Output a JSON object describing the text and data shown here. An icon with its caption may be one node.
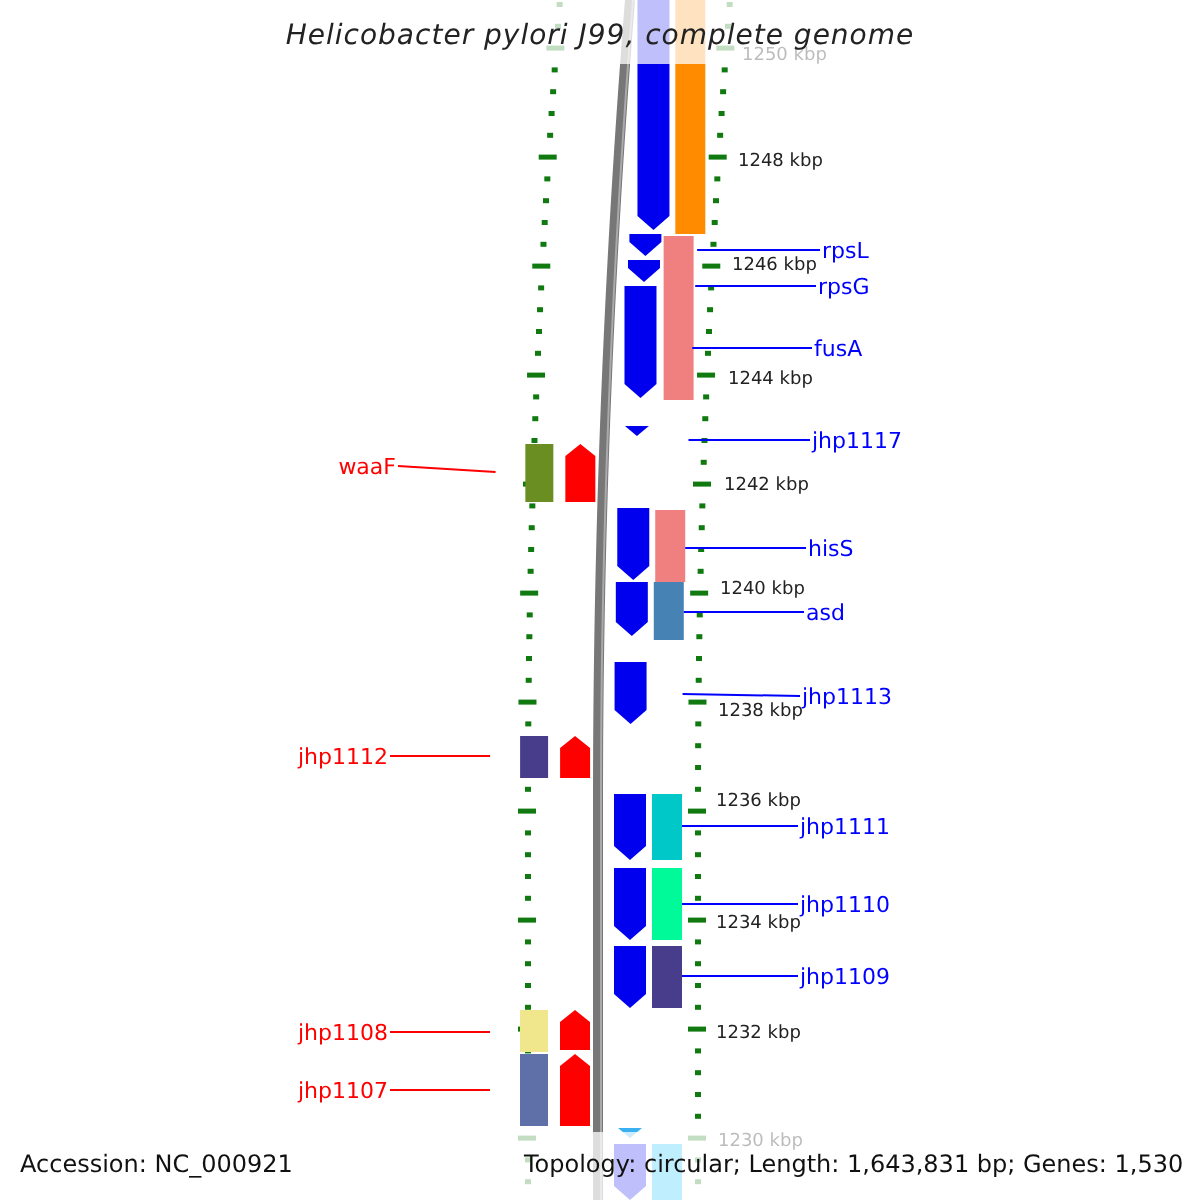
{
  "diagram": {
    "title": "Helicobacter pylori J99, complete genome",
    "nodes": [
      {
        "text": [
          "rpsL"
        ]
      },
      {
        "text": [
          "rpsG"
        ]
      },
      {
        "text": [
          "fusA"
        ]
      },
      {
        "text": [
          "jhp1117"
        ]
      },
      {
        "text": [
          "waaF"
        ]
      },
      {
        "text": [
          "hisS"
        ]
      },
      {
        "text": [
          "asd"
        ]
      },
      {
        "text": [
          "jhp1113"
        ]
      },
      {
        "text": [
          "jhp1112"
        ]
      },
      {
        "text": [
          "jhp1111"
        ]
      },
      {
        "text": [
          "jhp1110"
        ]
      },
      {
        "text": [
          "jhp1109"
        ]
      },
      {
        "text": [
          "jhp1108"
        ]
      },
      {
        "text": [
          "jhp1107"
        ]
      }
    ],
    "edges": [
      {
        "from": 0,
        "to": null,
        "arrow": "none"
      },
      {
        "from": 1,
        "to": null,
        "arrow": "none"
      },
      {
        "from": 2,
        "to": null,
        "arrow": "none"
      },
      {
        "from": 3,
        "to": null,
        "arrow": "none"
      },
      {
        "from": 4,
        "to": null,
        "arrow": "none",
        "color": "#ff0000"
      },
      {
        "from": 5,
        "to": null,
        "arrow": "none"
      },
      {
        "from": 6,
        "to": null,
        "arrow": "none"
      },
      {
        "from": 7,
        "to": null,
        "arrow": "none"
      },
      {
        "from": 8,
        "to": null,
        "arrow": "none",
        "color": "#ff0000"
      },
      {
        "from": 9,
        "to": null,
        "arrow": "none"
      },
      {
        "from": 10,
        "to": null,
        "arrow": "none"
      },
      {
        "from": 11,
        "to": null,
        "arrow": "none"
      },
      {
        "from": 12,
        "to": null,
        "arrow": "none",
        "color": "#ff0000"
      },
      {
        "from": 13,
        "to": null,
        "arrow": "none",
        "color": "#ff0000"
      }
    ],
    "labels": [
      "1250 kbp",
      "1248 kbp",
      "1246 kbp",
      "1244 kbp",
      "1242 kbp",
      "1240 kbp",
      "1238 kbp",
      "1236 kbp",
      "1234 kbp",
      "1232 kbp",
      "1230 kbp",
      "Accession: NC_000921",
      "Topology: circular; Length: 1,643,831 bp; Genes: 1,530"
    ]
  }
}
